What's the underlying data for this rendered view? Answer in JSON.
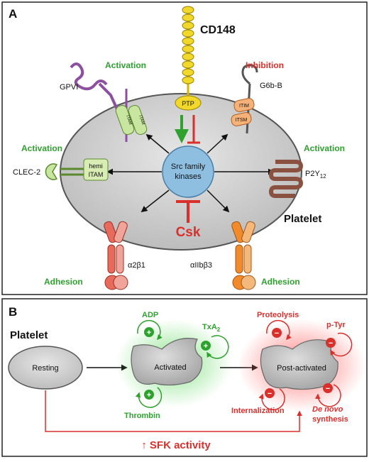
{
  "panel_a": {
    "letter": "A",
    "cd148": "CD148",
    "ptp": "PTP",
    "gpvi": "GPVI",
    "gpvi_status": "Activation",
    "itam": "ITAM",
    "g6b": "G6b-B",
    "g6b_status": "Inhibition",
    "itim": "ITIM",
    "itsm": "ITSM",
    "clec2": "CLEC-2",
    "clec2_status": "Activation",
    "hemi_line1": "hemi",
    "hemi_line2": "ITAM",
    "sfk_line1": "Src family",
    "sfk_line2": "kinases",
    "p2y12": "P2Y",
    "p2y12_sub": "12",
    "p2y12_status": "Activation",
    "csk": "Csk",
    "platelet": "Platelet",
    "a2b1": "α2β1",
    "a2b1_status": "Adhesion",
    "aiib3": "αIIbβ3",
    "aiib3_status": "Adhesion"
  },
  "panel_b": {
    "letter": "B",
    "platelet": "Platelet",
    "resting": "Resting",
    "activated": "Activated",
    "post_activated": "Post-activated",
    "adp": "ADP",
    "txa": "TxA",
    "txa_sub": "2",
    "thrombin": "Thrombin",
    "proteolysis": "Proteolysis",
    "ptyr": "p-Tyr",
    "internalization": "Internalization",
    "denovo_line1": "De novo",
    "denovo_line2": "synthesis",
    "plus": "+",
    "minus": "−",
    "sfk_activity": "↑ SFK activity"
  },
  "colors": {
    "activation_green": "#2ea12e",
    "inhibition_red": "#d9302c",
    "platelet_gray": "#cfcfcf",
    "sfk_blue": "#8fbfe0",
    "cd148_yellow": "#f2d82a",
    "gpvi_purple": "#8d4fa0"
  }
}
